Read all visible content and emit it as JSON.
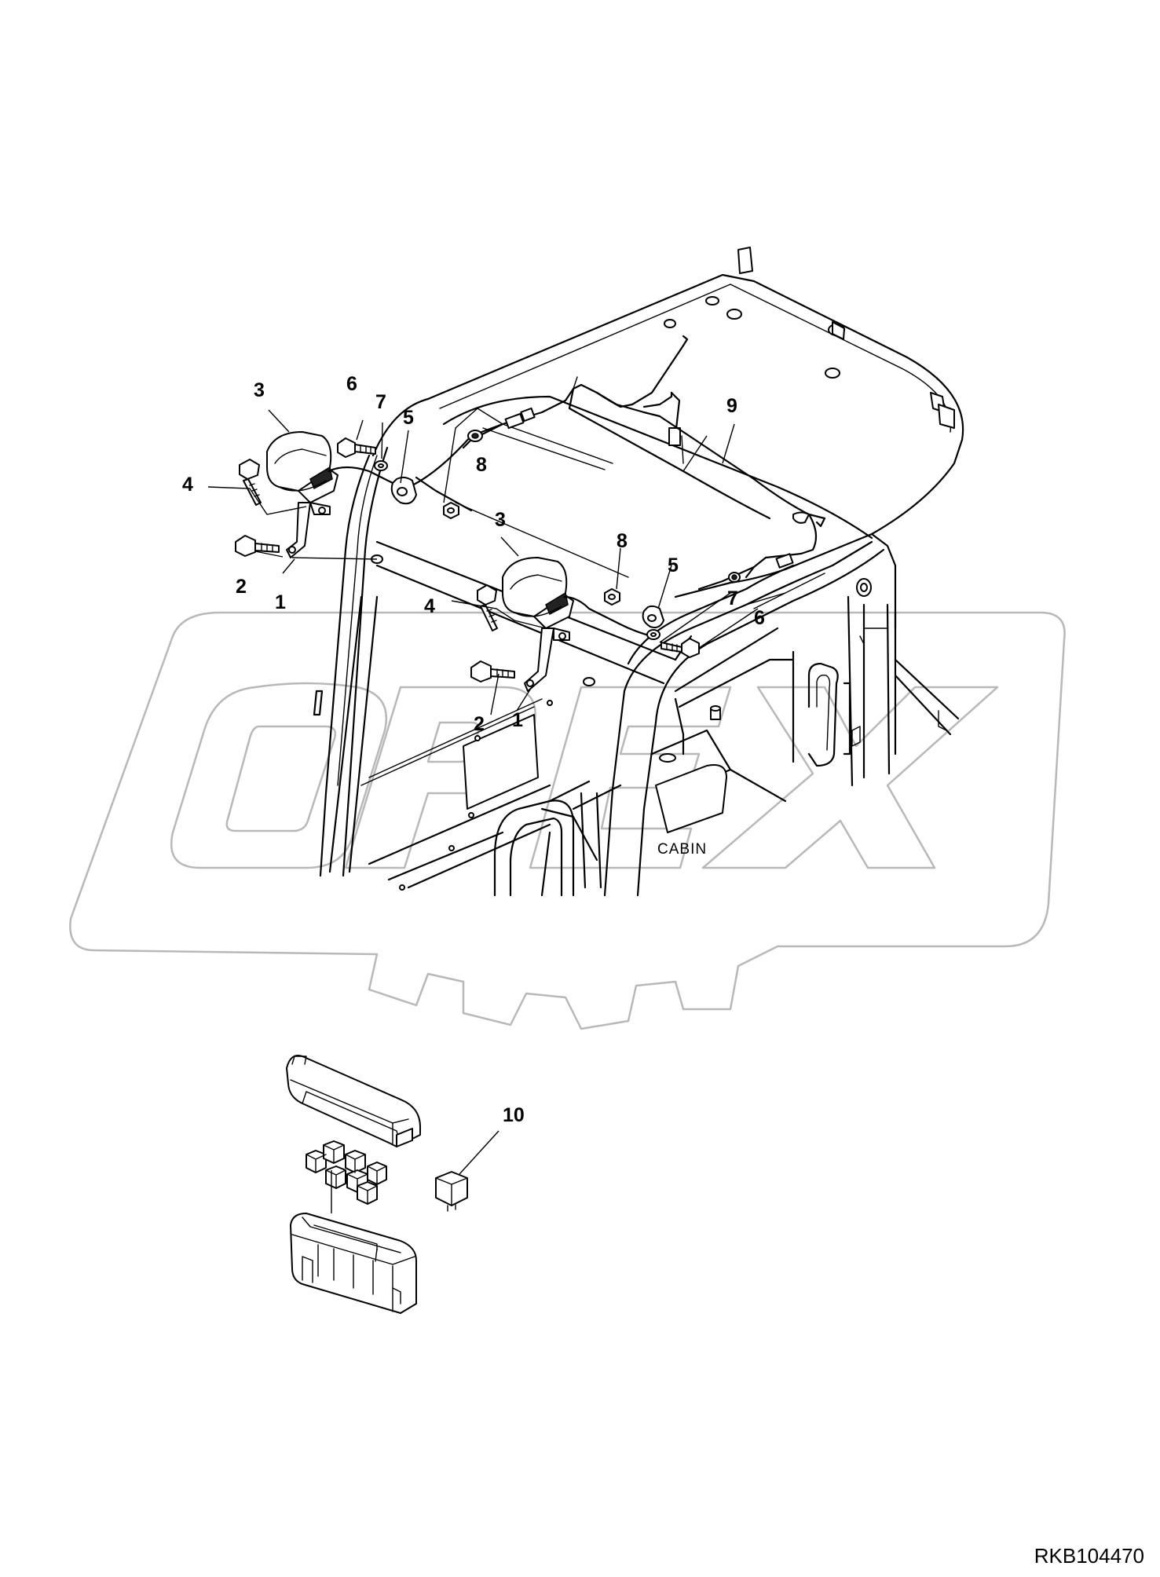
{
  "diagram": {
    "corner_mark": "",
    "drawing_code": "RKB104470",
    "area_label": "CABIN",
    "watermark": {
      "text": "OPEX",
      "color": "#b8b8b8"
    },
    "callouts": [
      {
        "id": "callout-3a",
        "text": "3"
      },
      {
        "id": "callout-6a",
        "text": "6"
      },
      {
        "id": "callout-7a",
        "text": "7"
      },
      {
        "id": "callout-5a",
        "text": "5"
      },
      {
        "id": "callout-8a",
        "text": "8"
      },
      {
        "id": "callout-4a",
        "text": "4"
      },
      {
        "id": "callout-2a",
        "text": "2"
      },
      {
        "id": "callout-1a",
        "text": "1"
      },
      {
        "id": "callout-9",
        "text": "9"
      },
      {
        "id": "callout-3b",
        "text": "3"
      },
      {
        "id": "callout-8b",
        "text": "8"
      },
      {
        "id": "callout-5b",
        "text": "5"
      },
      {
        "id": "callout-4b",
        "text": "4"
      },
      {
        "id": "callout-7b",
        "text": "7"
      },
      {
        "id": "callout-6b",
        "text": "6"
      },
      {
        "id": "callout-2b",
        "text": "2"
      },
      {
        "id": "callout-1b",
        "text": "1"
      },
      {
        "id": "callout-10",
        "text": "10"
      }
    ],
    "colors": {
      "line": "#000000",
      "background": "#ffffff",
      "watermark": "#b8b8b8"
    }
  }
}
